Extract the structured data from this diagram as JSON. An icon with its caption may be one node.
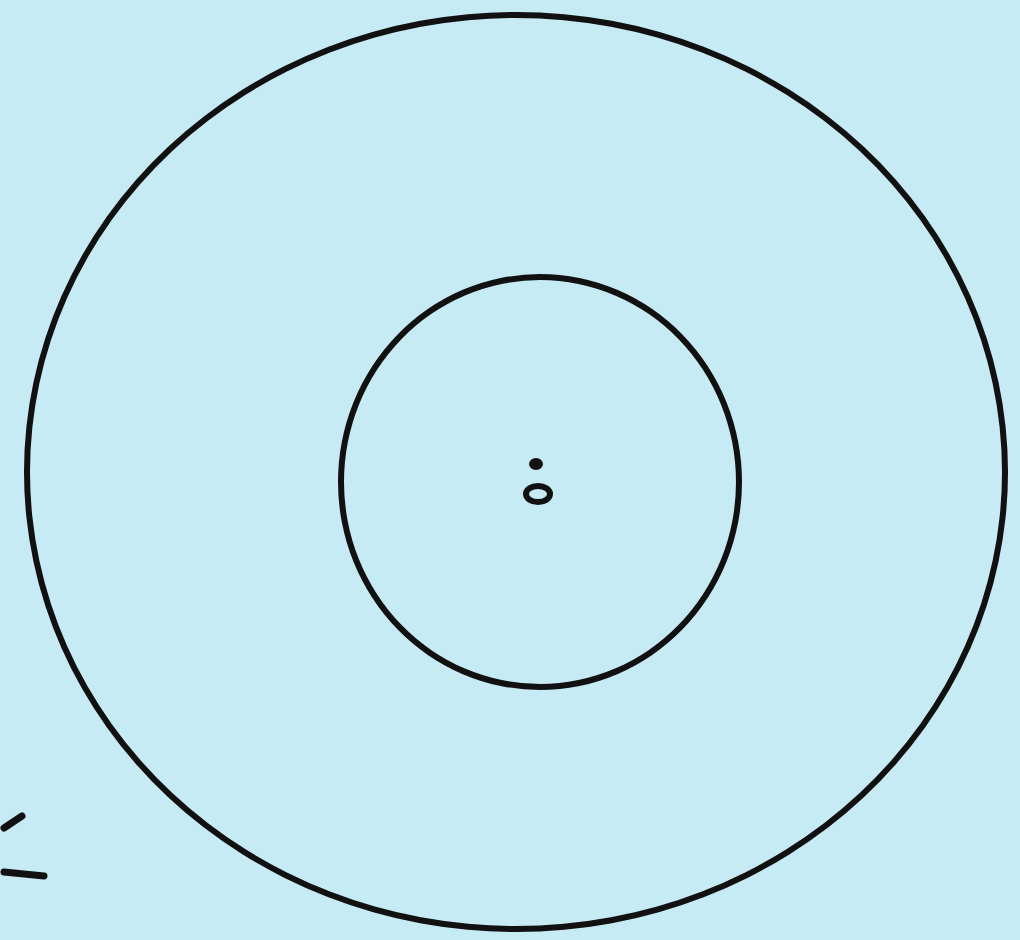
{
  "diagram": {
    "nodes": [
      {
        "text": [],
        "shape": "circle"
      },
      {
        "text": [],
        "shape": "circle",
        "in": 0
      }
    ]
  }
}
